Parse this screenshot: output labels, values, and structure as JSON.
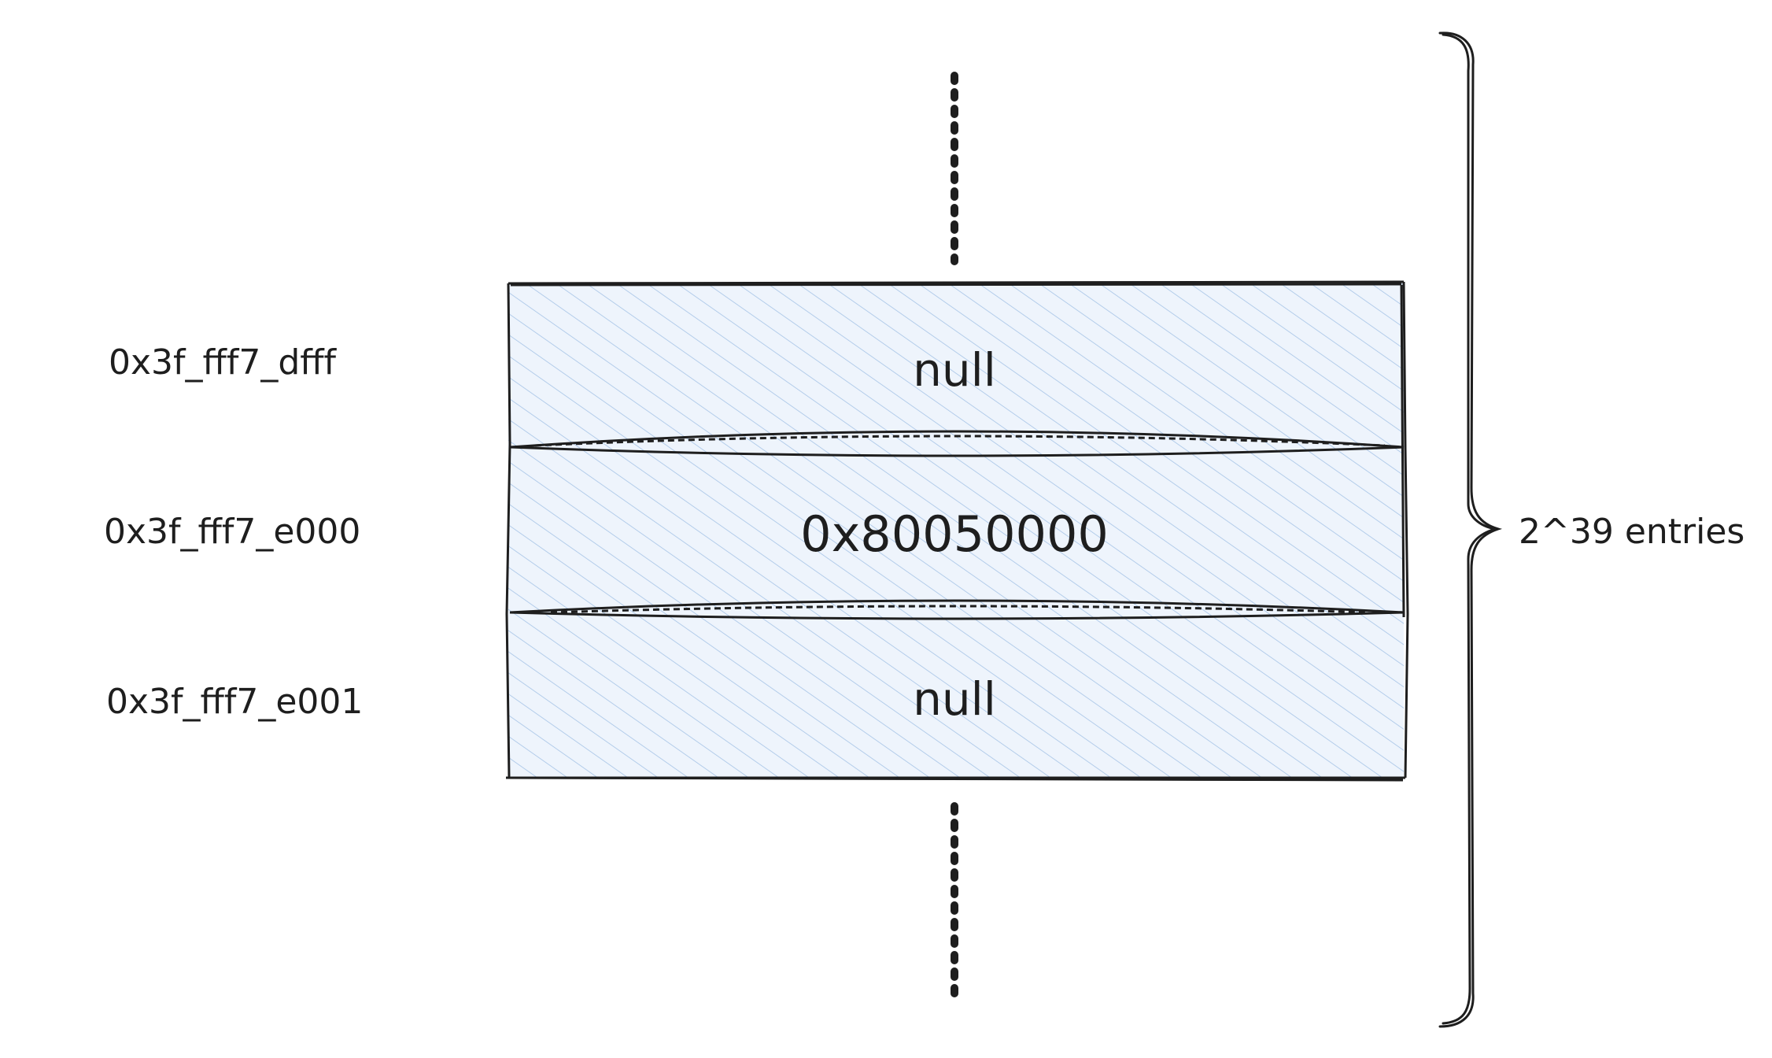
{
  "entries": [
    {
      "address": "0x3f_fff7_dfff",
      "value": "null"
    },
    {
      "address": "0x3f_fff7_e000",
      "value": "0x80050000"
    },
    {
      "address": "0x3f_fff7_e001",
      "value": "null"
    }
  ],
  "entry_count_label": "2^39 entries",
  "colors": {
    "stroke": "#1e1e1e",
    "cell_fill": "#eef4fc",
    "hatch": "#a5c3e6"
  }
}
